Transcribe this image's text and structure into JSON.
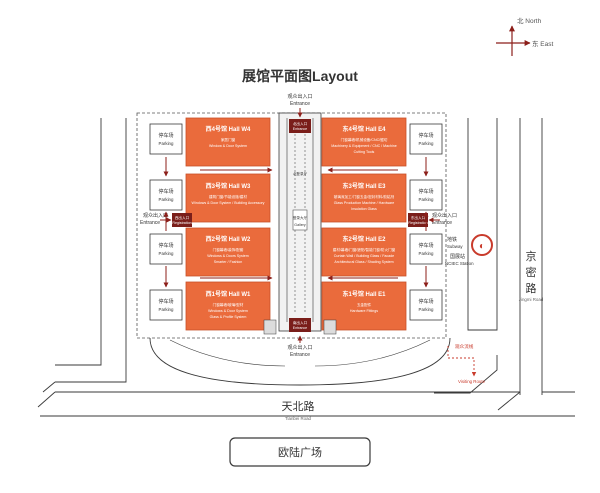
{
  "colors": {
    "hall": "#ea6b3c",
    "accent": "#7a1e1a",
    "arrow": "#8c1f1a",
    "line": "#3a3a3a",
    "visit_route": "#c93b2c"
  },
  "compass": {
    "north": "北 North",
    "east": "东 East"
  },
  "title": "展馆平面图Layout",
  "halls": {
    "w4": {
      "title": "西4号馆   Hall W4",
      "l1": "家居门窗",
      "l2": "Window & Door System"
    },
    "w3": {
      "title": "西3号馆   Hall W3",
      "l1": "建筑门窗/节能设施/建材",
      "l2": "Windows & Door System / Building Accessory"
    },
    "w2": {
      "title": "西2号馆   Hall W2",
      "l1": "门窗幕墙/装饰/配套",
      "l2": "Windows & Doors System",
      "l3": "Smarter / Fashion"
    },
    "w1": {
      "title": "西1号馆   Hall W1",
      "l1": "门窗幕墙/玻璃/型材",
      "l2": "Windows & Door System",
      "l3": "Glass & Profile System"
    },
    "e4": {
      "title": "东4号馆   Hall E4",
      "l1": "门窗幕墙/机械设备/CNC/锯切",
      "l2": "Machinery & Equipment / CNC / Machine",
      "l3": "Cutting Tools"
    },
    "e3": {
      "title": "东3号馆   Hall E3",
      "l1": "玻璃深加工/门窗五金/密封材料/胶粘剂",
      "l2": "Glass Production Machine / Hardware",
      "l3": "Insulation Glass"
    },
    "e2": {
      "title": "东2号馆   Hall E2",
      "l1": "建材/幕墙/门窗/遮阳/智能门窗/防火门窗",
      "l2": "Curtain Wall / Building Glass / Facade",
      "l3": "Architectural Glass / Shading System"
    },
    "e1": {
      "title": "东1号馆   Hall E1",
      "l1": "五金配件",
      "l2": "Hardware Fittings"
    }
  },
  "parking": {
    "zh": "停车场",
    "en": "Parking"
  },
  "entrances": {
    "zh": "观众出入口",
    "en": "Entrance",
    "top_hall": "北出入口",
    "top_hall_en": "Entrance",
    "bottom_hall": "南出入口",
    "bottom_hall_en": "Entrance",
    "west_hall": "西出入口",
    "west_hall_en": "Registration",
    "east_hall": "东出入口",
    "east_hall_en": "Registration"
  },
  "corridor": {
    "zh": "登录大厅",
    "label": "Gallery",
    "top": "北登录厅"
  },
  "subway": {
    "zh": "地铁",
    "en": "Subway",
    "station_zh": "国展站",
    "station_en": "NCIEC Station"
  },
  "roads": {
    "jingmi_zh": [
      "京",
      "密",
      "路"
    ],
    "jingmi_en": "Jingmi Road",
    "tianbei_zh": "天北路",
    "tianbei_en": "Tianbei Road"
  },
  "visit_route": {
    "zh": "观众流线",
    "en": "Visiting Route"
  },
  "plaza": "欧陆广场"
}
